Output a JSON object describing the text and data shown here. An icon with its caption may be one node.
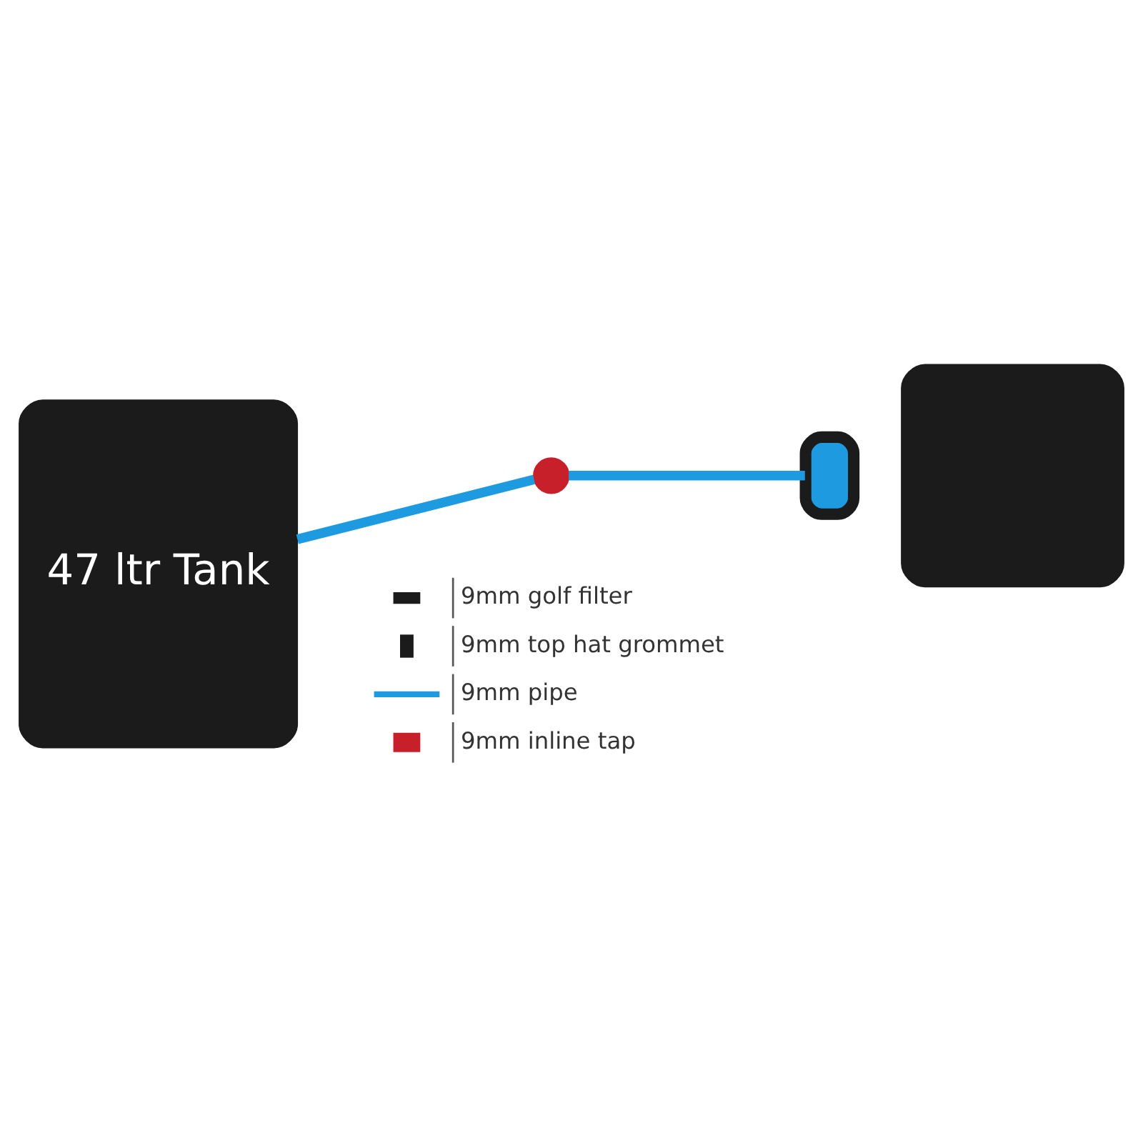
{
  "diagram": {
    "nodes": [
      {
        "text": [
          "47 ltr Tank"
        ]
      },
      {
        "text": [],
        "shape": "circle"
      },
      {
        "text": [],
        "shape": "box"
      },
      {
        "text": [],
        "shape": "box"
      }
    ],
    "edges": [
      {
        "from": 0,
        "to": 1,
        "arrow": "none"
      },
      {
        "from": 1,
        "to": 2,
        "arrow": "none"
      }
    ],
    "legend": [
      {
        "text": "9mm golf filter"
      },
      {
        "text": "9mm top hat grommet"
      },
      {
        "text": "9mm pipe"
      },
      {
        "text": "9mm inline tap"
      }
    ]
  }
}
